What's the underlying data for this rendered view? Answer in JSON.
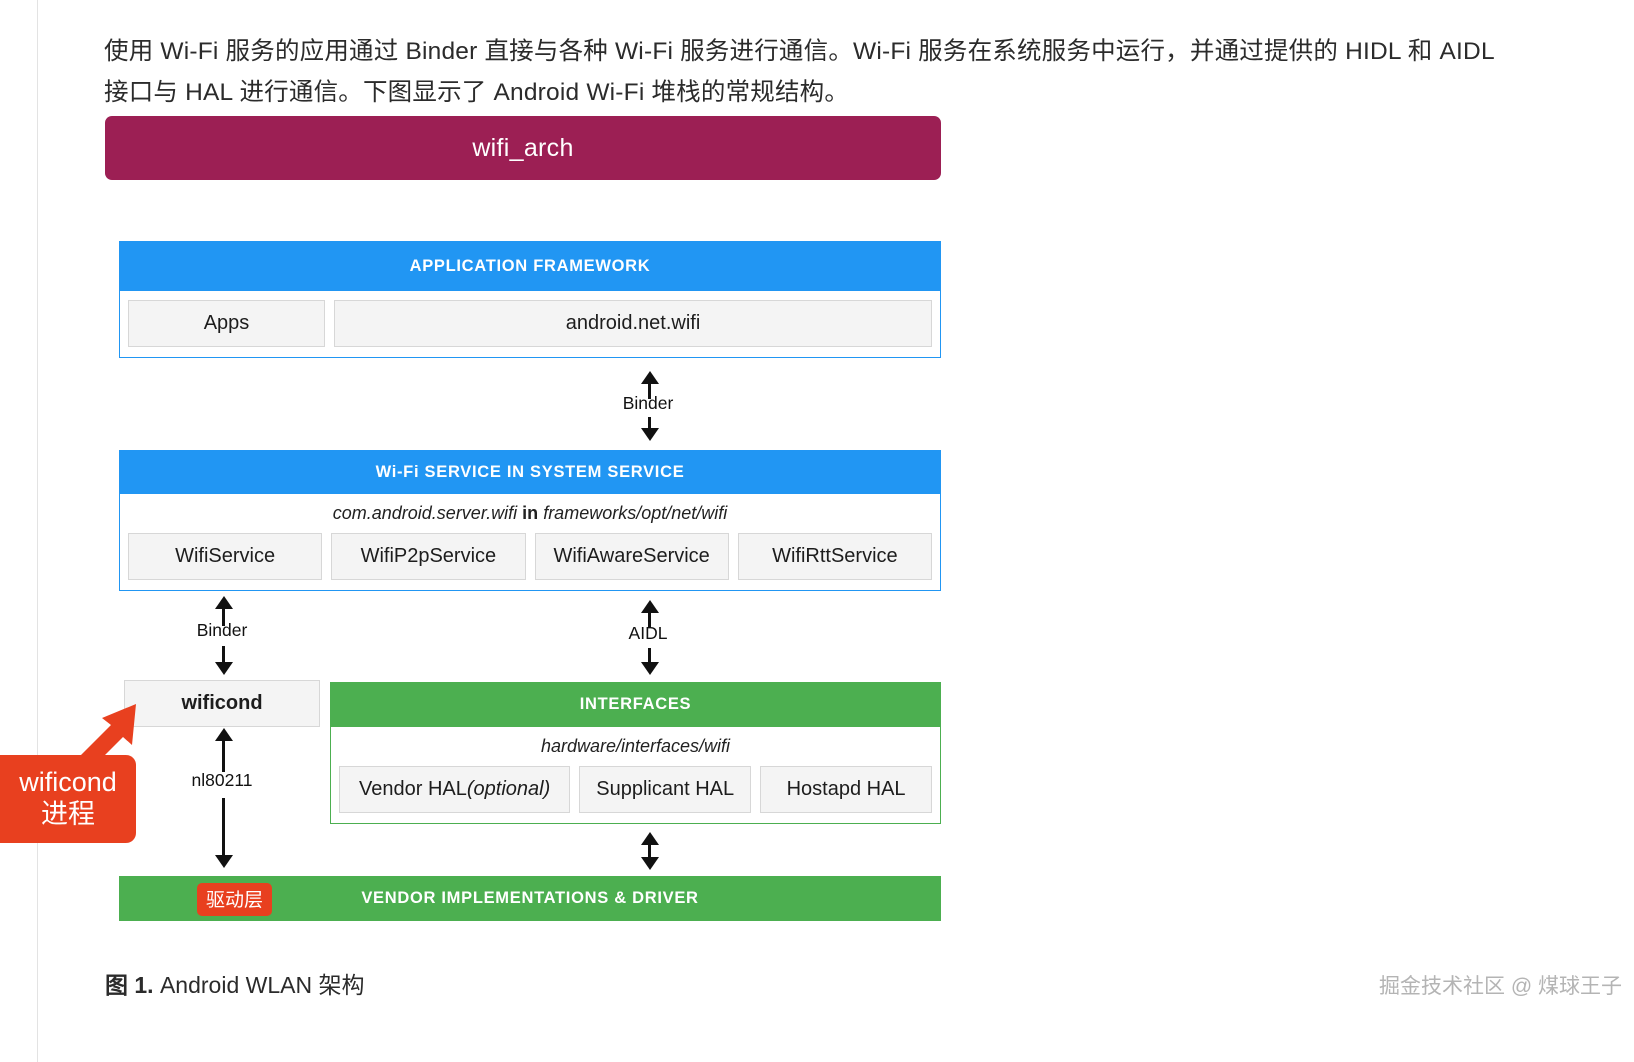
{
  "intro_paragraph": "使用 Wi-Fi 服务的应用通过 Binder 直接与各种 Wi-Fi 服务进行通信。Wi-Fi 服务在系统服务中运行，并通过提供的 HIDL 和 AIDL 接口与 HAL 进行通信。下图显示了 Android Wi-Fi 堆栈的常规结构。",
  "banner": {
    "label": "wifi_arch",
    "color": "#9c1f54"
  },
  "diagram": {
    "colors": {
      "blue": "#2196f3",
      "green": "#4caf50",
      "red": "#e8401f",
      "chip_bg": "#f4f4f4"
    },
    "application_framework": {
      "title": "APPLICATION FRAMEWORK",
      "chips": [
        "Apps",
        "android.net.wifi"
      ]
    },
    "wifi_service": {
      "title": "Wi-Fi SERVICE IN SYSTEM SERVICE",
      "path_prefix": "com.android.server.wifi",
      "path_connector": "in",
      "path_suffix": "frameworks/opt/net/wifi",
      "chips": [
        "WifiService",
        "WifiP2pService",
        "WifiAwareService",
        "WifiRttService"
      ]
    },
    "wificond": {
      "label": "wificond"
    },
    "interfaces": {
      "title": "INTERFACES",
      "path": "hardware/interfaces/wifi",
      "chips": [
        {
          "label": "Vendor HAL ",
          "italic": "(optional)"
        },
        {
          "label": "Supplicant HAL",
          "italic": ""
        },
        {
          "label": "Hostapd HAL",
          "italic": ""
        }
      ]
    },
    "vendor": {
      "title": "VENDOR IMPLEMENTATIONS & DRIVER",
      "badge": "驱动层"
    },
    "arrows": [
      {
        "label": "Binder"
      },
      {
        "label": "Binder"
      },
      {
        "label": "AIDL"
      },
      {
        "label": "nl80211"
      }
    ]
  },
  "annotation": {
    "line1": "wificond",
    "line2": "进程"
  },
  "caption": {
    "figure_number": "图 1.",
    "text": " Android WLAN 架构"
  },
  "watermark": "掘金技术社区 @ 煤球王子"
}
